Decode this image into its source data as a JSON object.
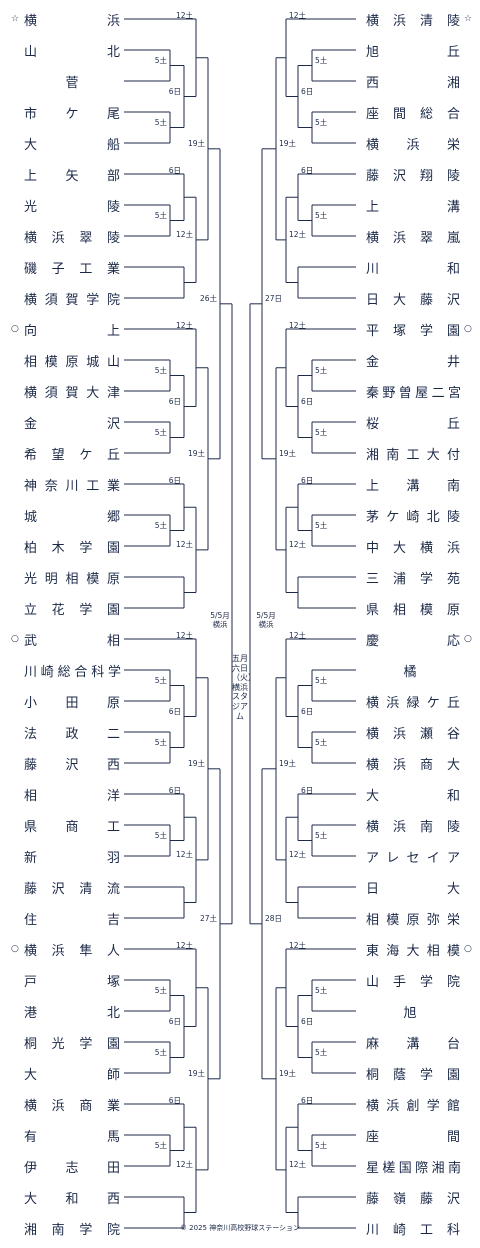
{
  "left_teams": [
    {
      "name": "横浜",
      "mark": "☆"
    },
    {
      "name": "山北",
      "mark": ""
    },
    {
      "name": "菅",
      "mark": ""
    },
    {
      "name": "市ケ尾",
      "mark": ""
    },
    {
      "name": "大船",
      "mark": ""
    },
    {
      "name": "上矢部",
      "mark": ""
    },
    {
      "name": "光陵",
      "mark": ""
    },
    {
      "name": "横浜翠陵",
      "mark": ""
    },
    {
      "name": "磯子工業",
      "mark": ""
    },
    {
      "name": "横須賀学院",
      "mark": ""
    },
    {
      "name": "向上",
      "mark": "○"
    },
    {
      "name": "相模原城山",
      "mark": ""
    },
    {
      "name": "横須賀大津",
      "mark": ""
    },
    {
      "name": "金沢",
      "mark": ""
    },
    {
      "name": "希望ケ丘",
      "mark": ""
    },
    {
      "name": "神奈川工業",
      "mark": ""
    },
    {
      "name": "城郷",
      "mark": ""
    },
    {
      "name": "柏木学園",
      "mark": ""
    },
    {
      "name": "光明相模原",
      "mark": ""
    },
    {
      "name": "立花学園",
      "mark": ""
    },
    {
      "name": "武相",
      "mark": "○"
    },
    {
      "name": "川崎総合科学",
      "mark": ""
    },
    {
      "name": "小田原",
      "mark": ""
    },
    {
      "name": "法政二",
      "mark": ""
    },
    {
      "name": "藤沢西",
      "mark": ""
    },
    {
      "name": "相洋",
      "mark": ""
    },
    {
      "name": "県商工",
      "mark": ""
    },
    {
      "name": "新羽",
      "mark": ""
    },
    {
      "name": "藤沢清流",
      "mark": ""
    },
    {
      "name": "住吉",
      "mark": ""
    },
    {
      "name": "横浜隼人",
      "mark": "○"
    },
    {
      "name": "戸塚",
      "mark": ""
    },
    {
      "name": "港北",
      "mark": ""
    },
    {
      "name": "桐光学園",
      "mark": ""
    },
    {
      "name": "大師",
      "mark": ""
    },
    {
      "name": "横浜商業",
      "mark": ""
    },
    {
      "name": "有馬",
      "mark": ""
    },
    {
      "name": "伊志田",
      "mark": ""
    },
    {
      "name": "大和西",
      "mark": ""
    },
    {
      "name": "湘南学院",
      "mark": ""
    }
  ],
  "right_teams": [
    {
      "name": "横浜清陵",
      "mark": "☆"
    },
    {
      "name": "旭丘",
      "mark": ""
    },
    {
      "name": "西湘",
      "mark": ""
    },
    {
      "name": "座間総合",
      "mark": ""
    },
    {
      "name": "横浜栄",
      "mark": ""
    },
    {
      "name": "藤沢翔陵",
      "mark": ""
    },
    {
      "name": "上溝",
      "mark": ""
    },
    {
      "name": "横浜翠嵐",
      "mark": ""
    },
    {
      "name": "川和",
      "mark": ""
    },
    {
      "name": "日大藤沢",
      "mark": ""
    },
    {
      "name": "平塚学園",
      "mark": "○"
    },
    {
      "name": "金井",
      "mark": ""
    },
    {
      "name": "秦野曽屋二宮",
      "mark": ""
    },
    {
      "name": "桜丘",
      "mark": ""
    },
    {
      "name": "湘南工大付",
      "mark": ""
    },
    {
      "name": "上溝南",
      "mark": ""
    },
    {
      "name": "茅ケ崎北陵",
      "mark": ""
    },
    {
      "name": "中大横浜",
      "mark": ""
    },
    {
      "name": "三浦学苑",
      "mark": ""
    },
    {
      "name": "県相模原",
      "mark": ""
    },
    {
      "name": "慶応",
      "mark": "○"
    },
    {
      "name": "橘",
      "mark": ""
    },
    {
      "name": "横浜緑ケ丘",
      "mark": ""
    },
    {
      "name": "横浜瀬谷",
      "mark": ""
    },
    {
      "name": "横浜商大",
      "mark": ""
    },
    {
      "name": "大和",
      "mark": ""
    },
    {
      "name": "横浜南陵",
      "mark": ""
    },
    {
      "name": "アレセイア",
      "mark": ""
    },
    {
      "name": "日大",
      "mark": ""
    },
    {
      "name": "相模原弥栄",
      "mark": ""
    },
    {
      "name": "東海大相模",
      "mark": "○"
    },
    {
      "name": "山手学院",
      "mark": ""
    },
    {
      "name": "旭",
      "mark": ""
    },
    {
      "name": "麻溝台",
      "mark": ""
    },
    {
      "name": "桐蔭学園",
      "mark": ""
    },
    {
      "name": "横浜創学館",
      "mark": ""
    },
    {
      "name": "座間",
      "mark": ""
    },
    {
      "name": "星槎国際湘南",
      "mark": ""
    },
    {
      "name": "藤嶺藤沢",
      "mark": ""
    },
    {
      "name": "川崎工科",
      "mark": ""
    }
  ],
  "block_round_labels": {
    "r_5": "5土",
    "r_6": "6日",
    "r_12": "12土",
    "r_19": "19土"
  },
  "semifinal_labels": {
    "left_top": "26土",
    "left_bottom": "27土",
    "right_top": "27日",
    "right_bottom": "28日"
  },
  "final_labels": {
    "left_date": "5/5月",
    "left_place": "横浜",
    "right_date": "5/5月",
    "right_place": "横浜"
  },
  "venue_note": "五月六日（火）横浜スタジアム",
  "copyright": "© 2025 神奈川高校野球ステーション",
  "colors": {
    "line": "#1c2a48",
    "text": "#1c2a48"
  }
}
